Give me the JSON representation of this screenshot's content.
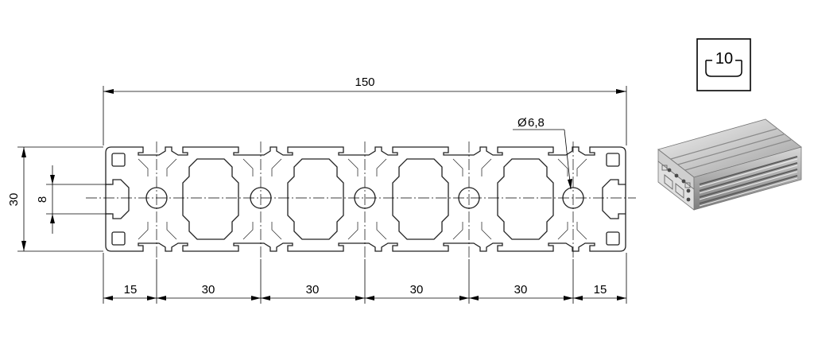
{
  "dimensions": {
    "overall_width": "150",
    "height": "30",
    "slot_width": "8",
    "hole_diameter": "6,8",
    "diameter_symbol": "Ø",
    "segments": [
      "15",
      "30",
      "30",
      "30",
      "30",
      "15"
    ]
  },
  "profile": {
    "series_badge": "10",
    "slot_count": 5
  }
}
